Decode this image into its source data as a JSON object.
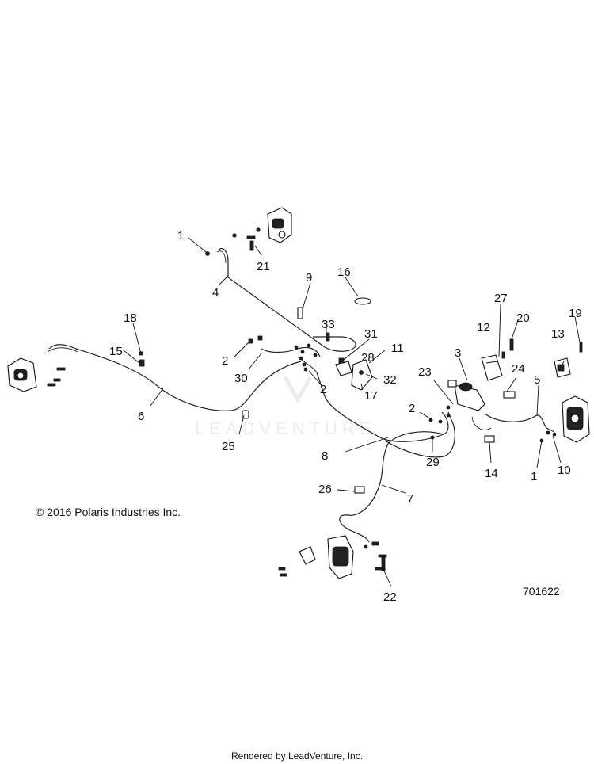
{
  "callouts": [
    {
      "label": "1"
    },
    {
      "label": "21"
    },
    {
      "label": "9"
    },
    {
      "label": "16"
    },
    {
      "label": "4"
    },
    {
      "label": "18"
    },
    {
      "label": "15"
    },
    {
      "label": "6"
    },
    {
      "label": "2"
    },
    {
      "label": "30"
    },
    {
      "label": "33"
    },
    {
      "label": "31"
    },
    {
      "label": "28"
    },
    {
      "label": "11"
    },
    {
      "label": "2"
    },
    {
      "label": "32"
    },
    {
      "label": "17"
    },
    {
      "label": "25"
    },
    {
      "label": "27"
    },
    {
      "label": "12"
    },
    {
      "label": "20"
    },
    {
      "label": "19"
    },
    {
      "label": "13"
    },
    {
      "label": "3"
    },
    {
      "label": "23"
    },
    {
      "label": "24"
    },
    {
      "label": "5"
    },
    {
      "label": "2"
    },
    {
      "label": "29"
    },
    {
      "label": "8"
    },
    {
      "label": "14"
    },
    {
      "label": "1"
    },
    {
      "label": "10"
    },
    {
      "label": "26"
    },
    {
      "label": "7"
    },
    {
      "label": "22"
    }
  ],
  "copyright": "© 2016 Polaris Industries Inc.",
  "diagram_number": "701622",
  "footer": "Rendered by LeadVenture, Inc.",
  "watermark": "LEADVENTURE"
}
